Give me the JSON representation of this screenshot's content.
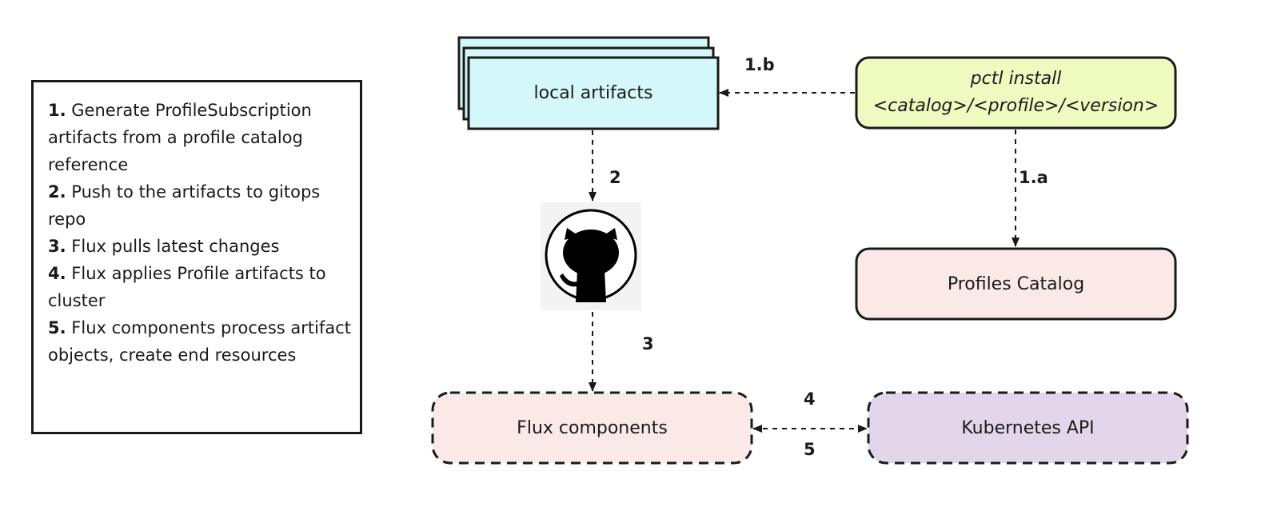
{
  "legend": {
    "items": [
      {
        "num": "1.",
        "text": "Generate ProfileSubscription artifacts from a profile catalog reference"
      },
      {
        "num": "2.",
        "text": "Push to the artifacts to gitops repo"
      },
      {
        "num": "3.",
        "text": "Flux pulls latest changes"
      },
      {
        "num": "4.",
        "text": "Flux applies Profile artifacts to cluster"
      },
      {
        "num": "5.",
        "text": "Flux components process artifact objects, create end resources"
      }
    ]
  },
  "nodes": {
    "local_artifacts": "local artifacts",
    "pctl_cmd_line1": "pctl install",
    "pctl_cmd_line2": "<catalog>/<profile>/<version>",
    "profiles_catalog": "Profiles Catalog",
    "flux_components": "Flux components",
    "kubernetes_api": "Kubernetes API"
  },
  "github_icon": "github-octocat-icon",
  "steps": {
    "s1b": "1.b",
    "s1a": "1.a",
    "s2": "2",
    "s3": "3",
    "s4": "4",
    "s5": "5"
  },
  "colors": {
    "local_artifacts_fill": "#d4f8fa",
    "pctl_fill": "#eefac0",
    "profiles_catalog_fill": "#fbe9e8",
    "flux_fill": "#fbe9e8",
    "kubernetes_fill": "#e2d6ea",
    "stroke": "#1a1a1a"
  }
}
